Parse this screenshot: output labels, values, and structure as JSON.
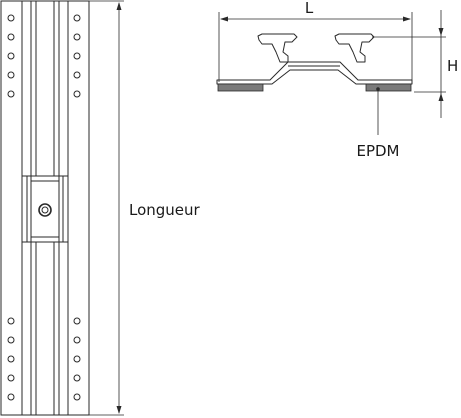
{
  "labels": {
    "length_top": "L",
    "height": "H",
    "gasket": "EPDM",
    "long_length": "Longueur"
  },
  "colors": {
    "line": "#2a2a2a",
    "gasket_fill": "#7a7a7a",
    "panel_fill": "#ffffff"
  }
}
